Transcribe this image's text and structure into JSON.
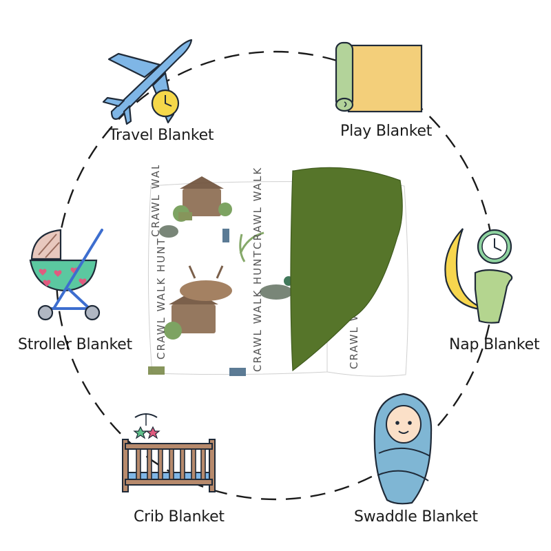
{
  "uses": [
    {
      "id": "travel",
      "label": "Travel Blanket",
      "icon": "airplane-clock-icon"
    },
    {
      "id": "play",
      "label": "Play Blanket",
      "icon": "rolled-mat-icon"
    },
    {
      "id": "nap",
      "label": "Nap Blanket",
      "icon": "moon-clock-icon"
    },
    {
      "id": "swaddle",
      "label": "Swaddle Blanket",
      "icon": "swaddled-baby-icon"
    },
    {
      "id": "crib",
      "label": "Crib Blanket",
      "icon": "crib-icon"
    },
    {
      "id": "stroller",
      "label": "Stroller Blanket",
      "icon": "stroller-icon"
    }
  ],
  "product": {
    "print_text": "CRAWL WALK HUNT",
    "colors": {
      "minky": "#56752a",
      "print_base": "#ffffff",
      "print_text": "#555555"
    }
  },
  "colors": {
    "ring_dash": "#1a1a1a",
    "label": "#1b1b1b"
  }
}
